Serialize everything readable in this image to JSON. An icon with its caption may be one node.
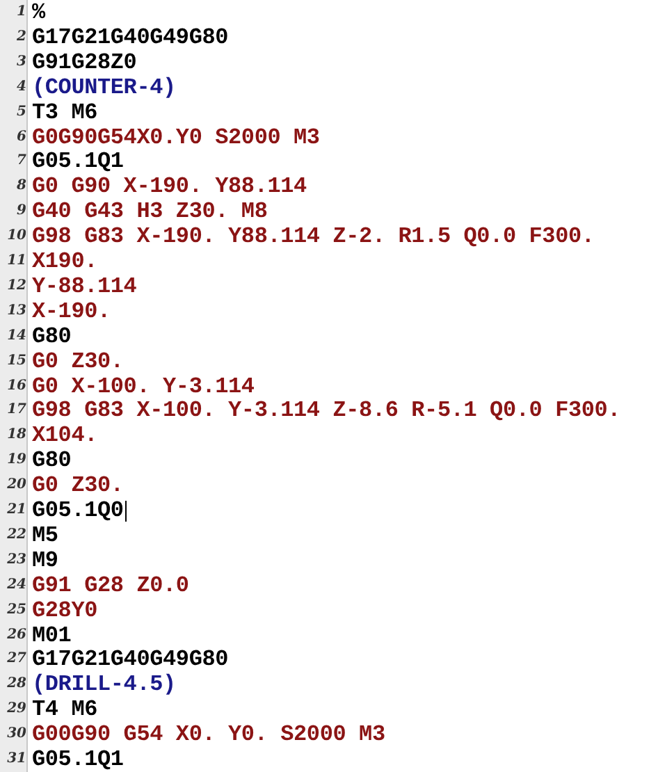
{
  "diagram": {
    "labels": [
      "1",
      "%",
      "2",
      "G17G21G40G49G80",
      "3",
      "G91G28Z0",
      "4",
      "(COUNTER-4)",
      "5",
      "T3 M6",
      "6",
      "G0G90G54X0.Y0 S2000 M3",
      "7",
      "G05.1Q1",
      "8",
      "G0 G90 X-190. Y88.114",
      "9",
      "G40 G43 H3 Z30. M8",
      "10",
      "G98 G83 X-190. Y88.114 Z-2. R1.5 Q0.0 F300.",
      "11",
      "X190.",
      "12",
      "Y-88.114",
      "13",
      "X-190.",
      "14",
      "G80",
      "15",
      "G0 Z30.",
      "16",
      "G0 X-100. Y-3.114",
      "17",
      "G98 G83 X-100. Y-3.114 Z-8.6 R-5.1 Q0.0 F300.",
      "18",
      "X104.",
      "19",
      "G80",
      "20",
      "G0 Z30.",
      "21",
      "G05.1Q0",
      "22",
      "M5",
      "23",
      "M9",
      "24",
      "G91 G28 Z0.0",
      "25",
      "G28Y0",
      "26",
      "M01",
      "27",
      "G17G21G40G49G80",
      "28",
      "(DRILL-4.5)",
      "29",
      "T4 M6",
      "30",
      "G00G90 G54 X0. Y0. S2000 M3",
      "31",
      "G05.1Q1"
    ]
  }
}
